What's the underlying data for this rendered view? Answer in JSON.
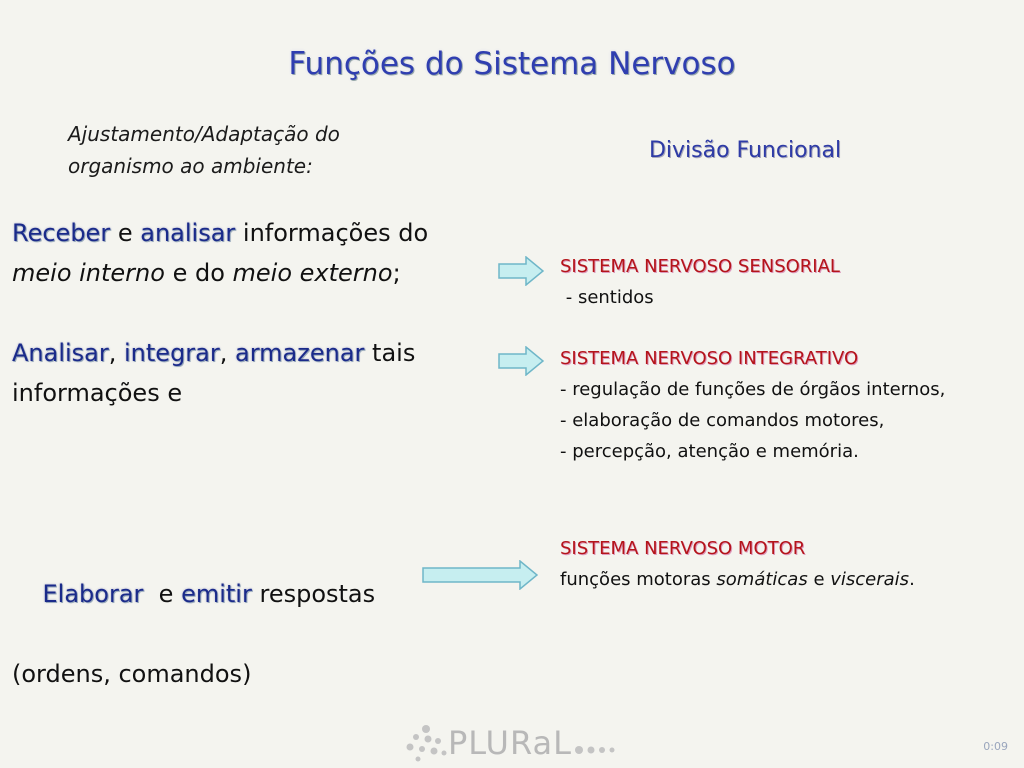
{
  "title": "Funções do Sistema Nervoso",
  "subtitle_line1": "Ajustamento/Adaptação do",
  "subtitle_line2": "organismo ao ambiente:",
  "division_header": "Divisão Funcional",
  "rows": [
    {
      "left": {
        "w1": "Receber",
        "t1": " e ",
        "w2": "analisar",
        "t2": " informações do",
        "i1": "meio interno",
        "t3": " e do ",
        "i2": "meio externo",
        "t4": ";"
      },
      "right": {
        "system": "SISTEMA NERVOSO SENSORIAL",
        "line1": " - sentidos"
      }
    },
    {
      "left": {
        "w1": "Analisar",
        "t1": ", ",
        "w2": "integrar",
        "t2": ", ",
        "w3": "armazenar",
        "t3": " tais",
        "line2": "informações e"
      },
      "right": {
        "system": "SISTEMA NERVOSO INTEGRATIVO",
        "line1": "- regulação de funções de órgãos internos,",
        "line2": "- elaboração de comandos motores,",
        "line3": "- percepção, atenção e memória."
      }
    },
    {
      "left": {
        "w1": "Elaborar",
        "t1": "  e ",
        "w2": "emitir",
        "t2": " respostas",
        "line2": "(ordens, comandos)"
      },
      "right": {
        "system": "SISTEMA NERVOSO MOTOR",
        "line1_pre": "funções motoras ",
        "line1_i1": "somáticas",
        "line1_mid": " e ",
        "line1_i2": "viscerais",
        "line1_end": "."
      }
    }
  ],
  "logo": {
    "text": "PLURaL"
  },
  "timer": "0:09",
  "colors": {
    "background": "#f4f4ef",
    "title": "#2f3eb0",
    "highlight": "#1a2a8a",
    "system": "#b4141a",
    "arrow_fill": "#c6eef0",
    "arrow_stroke": "#6fb6c8"
  }
}
